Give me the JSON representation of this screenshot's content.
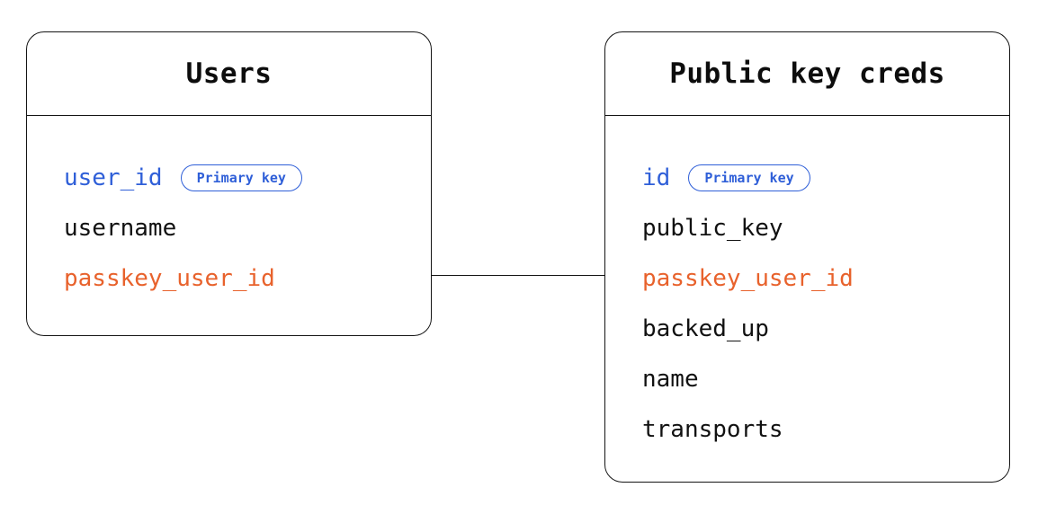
{
  "diagram": {
    "type": "entity-relationship-diagram",
    "background_color": "#ffffff",
    "line_color": "#141414",
    "colors": {
      "primary_key": "#2f5fd8",
      "foreign_key": "#e8622c",
      "plain_field": "#111111",
      "border": "#141414"
    }
  },
  "entities": [
    {
      "id": "users",
      "title": "Users",
      "fields": [
        {
          "name": "user_id",
          "kind": "pk",
          "badge": "Primary key"
        },
        {
          "name": "username",
          "kind": "plain",
          "badge": null
        },
        {
          "name": "passkey_user_id",
          "kind": "fk",
          "badge": null
        }
      ]
    },
    {
      "id": "pkcreds",
      "title": "Public key creds",
      "fields": [
        {
          "name": "id",
          "kind": "pk",
          "badge": "Primary key"
        },
        {
          "name": "public_key",
          "kind": "plain",
          "badge": null
        },
        {
          "name": "passkey_user_id",
          "kind": "fk",
          "badge": null
        },
        {
          "name": "backed_up",
          "kind": "plain",
          "badge": null
        },
        {
          "name": "name",
          "kind": "plain",
          "badge": null
        },
        {
          "name": "transports",
          "kind": "plain",
          "badge": null
        }
      ]
    }
  ],
  "relationships": [
    {
      "id": "users-pkcreds",
      "from": "users.passkey_user_id",
      "to": "pkcreds.passkey_user_id",
      "style": "solid"
    }
  ]
}
